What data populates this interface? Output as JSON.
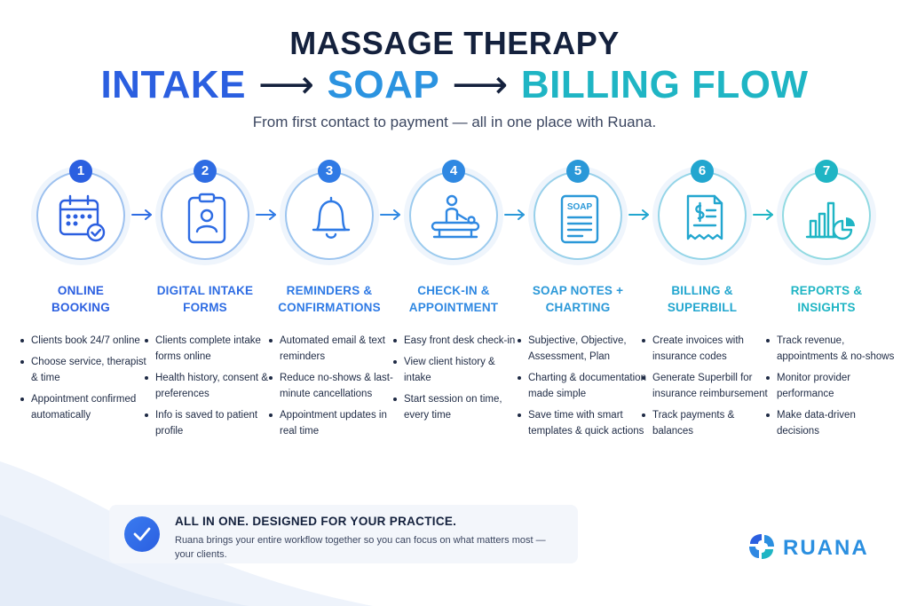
{
  "header": {
    "title_line1": "MASSAGE THERAPY",
    "title_part1": "INTAKE",
    "title_arrow1": "⟶",
    "title_part2": "SOAP",
    "title_arrow2": "⟶",
    "title_part3": "BILLING FLOW",
    "subtitle": "From first contact to payment — all in one place with Ruana."
  },
  "colors": {
    "intake": "#2b5fe0",
    "soap": "#2b93e0",
    "billing": "#1fb5c4",
    "navy": "#14213d"
  },
  "steps": [
    {
      "number": "1",
      "icon": "calendar-check-icon",
      "color": "#2b5fe0",
      "title_line1": "ONLINE",
      "title_line2": "BOOKING",
      "bullets": [
        "Clients book 24/7 online",
        "Choose service, therapist & time",
        "Appointment confirmed automatically"
      ]
    },
    {
      "number": "2",
      "icon": "id-badge-icon",
      "color": "#2e6ce3",
      "title_line1": "DIGITAL INTAKE",
      "title_line2": "FORMS",
      "bullets": [
        "Clients complete intake forms online",
        "Health history, consent & preferences",
        "Info is saved to patient profile"
      ]
    },
    {
      "number": "3",
      "icon": "bell-icon",
      "color": "#2f7ae5",
      "title_line1": "REMINDERS &",
      "title_line2": "CONFIRMATIONS",
      "bullets": [
        "Automated email & text reminders",
        "Reduce no-shows & last-minute cancellations",
        "Appointment updates in real time"
      ]
    },
    {
      "number": "4",
      "icon": "massage-table-icon",
      "color": "#2f88e2",
      "title_line1": "CHECK-IN &",
      "title_line2": "APPOINTMENT",
      "bullets": [
        "Easy front desk check-in",
        "View client history & intake",
        "Start session on time, every time"
      ]
    },
    {
      "number": "5",
      "icon": "soap-document-icon",
      "color": "#2a98d8",
      "title_line1": "SOAP NOTES +",
      "title_line2": "CHARTING",
      "bullets": [
        "Subjective, Objective, Assessment, Plan",
        "Charting & documentation made simple",
        "Save time with smart templates & quick actions"
      ]
    },
    {
      "number": "6",
      "icon": "invoice-dollar-icon",
      "color": "#22a6cf",
      "title_line1": "BILLING &",
      "title_line2": "SUPERBILL",
      "bullets": [
        "Create invoices with insurance codes",
        "Generate Superbill for insurance reimbursement",
        "Track payments & balances"
      ]
    },
    {
      "number": "7",
      "icon": "bar-pie-chart-icon",
      "color": "#1fb5c4",
      "title_line1": "REPORTS &",
      "title_line2": "INSIGHTS",
      "bullets": [
        "Track revenue, appointments & no-shows",
        "Monitor provider performance",
        "Make data-driven decisions"
      ]
    }
  ],
  "banner": {
    "title": "ALL IN ONE. DESIGNED FOR YOUR PRACTICE.",
    "text": "Ruana brings your entire workflow together so you can focus on what matters most — your clients.",
    "icon": "checkmark-circle-icon"
  },
  "logo": {
    "text": "RUANA",
    "icon": "ruana-logo-icon"
  },
  "soap_label": "SOAP"
}
